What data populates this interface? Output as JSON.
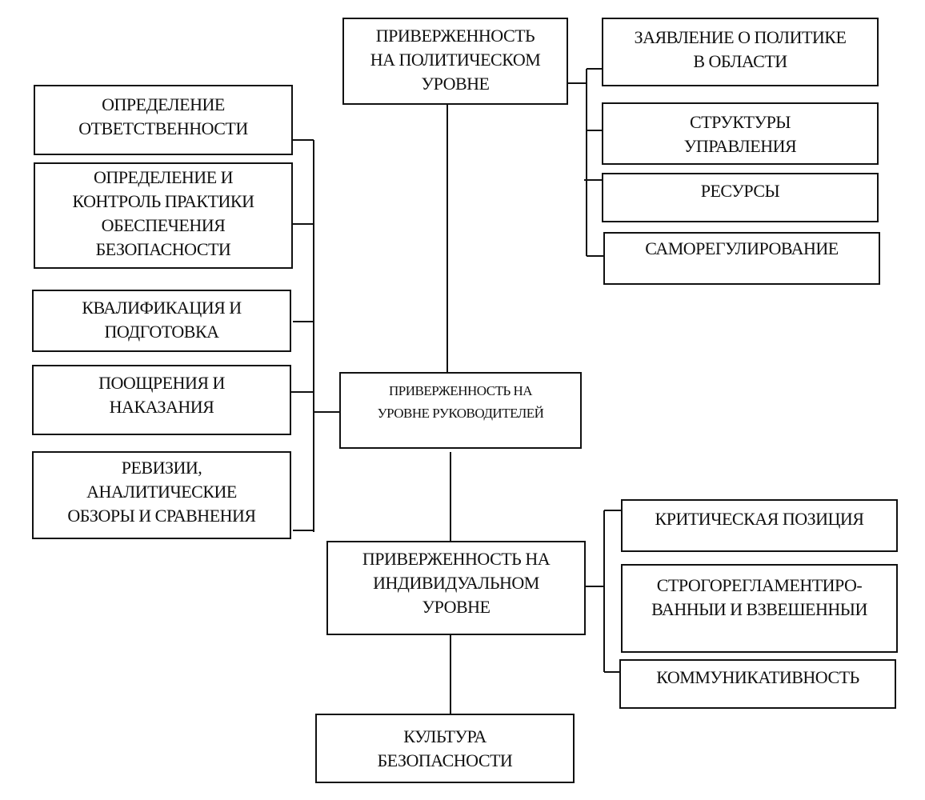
{
  "diagram": {
    "political": {
      "label": "ПРИВЕРЖЕННОСТЬ\nНА ПОЛИТИЧЕСКОМ\nУРОВНЕ"
    },
    "political_items": [
      {
        "label": "ЗАЯВЛЕНИЕ О ПОЛИТИКЕ\nВ ОБЛАСТИ"
      },
      {
        "label": "СТРУКТУРЫ\nУПРАВЛЕНИЯ"
      },
      {
        "label": "РЕСУРСЫ"
      },
      {
        "label": "САМОРЕГУЛИРОВАНИЕ"
      }
    ],
    "managers": {
      "label": "ПРИВЕРЖЕННОСТЬ НА\nУРОВНЕ РУКОВОДИТЕЛЕЙ"
    },
    "managers_items": [
      {
        "label": "ОПРЕДЕЛЕНИЕ\nОТВЕТСТВЕННОСТИ"
      },
      {
        "label": "ОПРЕДЕЛЕНИЕ И\nКОНТРОЛЬ ПРАКТИКИ\nОБЕСПЕЧЕНИЯ\nБЕЗОПАСНОСТИ"
      },
      {
        "label": "КВАЛИФИКАЦИЯ И\nПОДГОТОВКА"
      },
      {
        "label": "ПООЩРЕНИЯ И\nНАКАЗАНИЯ"
      },
      {
        "label": "РЕВИЗИИ,\nАНАЛИТИЧЕСКИЕ\nОБЗОРЫ И СРАВНЕНИЯ"
      }
    ],
    "individual": {
      "label": "ПРИВЕРЖЕННОСТЬ НА\nИНДИВИДУАЛЬНОМ\nУРОВНЕ"
    },
    "individual_items": [
      {
        "label": "КРИТИЧЕСКАЯ ПОЗИЦИЯ"
      },
      {
        "label": "СТРОГОРЕГЛАМЕНТИРО-\nВАННЫИ И ВЗВЕШЕННЫИ"
      },
      {
        "label": "КОММУНИКАТИВНОСТЬ"
      }
    ],
    "culture": {
      "label": "КУЛЬТУРА\nБЕЗОПАСНОСТИ"
    }
  }
}
